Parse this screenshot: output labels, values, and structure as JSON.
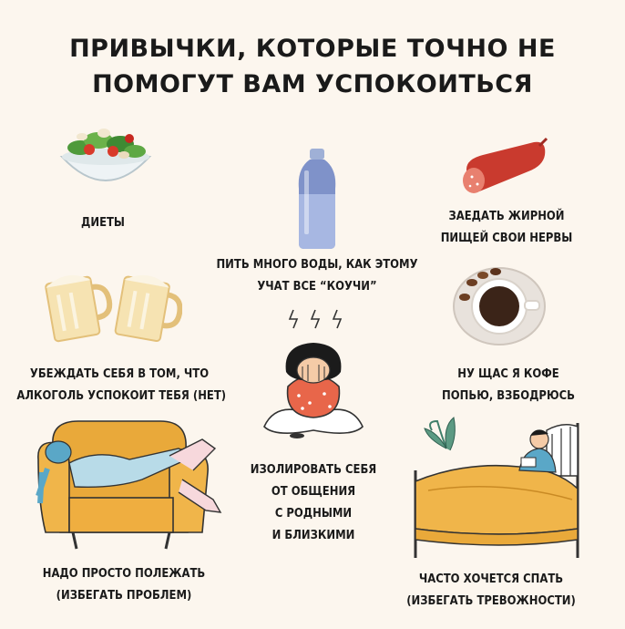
{
  "title": {
    "line1": "ПРИВЫЧКИ, КОТОРЫЕ ТОЧНО НЕ",
    "line2": "ПОМОГУТ ВАМ УСПОКОИТЬСЯ"
  },
  "items": {
    "diets": "ДИЕТЫ",
    "fatty_food": {
      "line1": "ЗАЕДАТЬ ЖИРНОЙ",
      "line2": "ПИЩЕЙ СВОИ НЕРВЫ"
    },
    "water": {
      "line1": "ПИТЬ МНОГО ВОДЫ, КАК ЭТОМУ",
      "line2": "УЧАТ ВСЕ “КОУЧИ”"
    },
    "alcohol": {
      "line1": "УБЕЖДАТЬ СЕБЯ В ТОМ, ЧТО",
      "line2": "АЛКОГОЛЬ УСПОКОИТ ТЕБЯ (НЕТ)"
    },
    "coffee": {
      "line1": "НУ ЩАС Я КОФЕ",
      "line2": "ПОПЬЮ, ВЗБОДРЮСЬ"
    },
    "isolate": {
      "line1": "ИЗОЛИРОВАТЬ СЕБЯ",
      "line2": "ОТ ОБЩЕНИЯ",
      "line3": "С РОДНЫМИ",
      "line4": "И БЛИЗКИМИ"
    },
    "lie_down": {
      "line1": "НАДО ПРОСТО ПОЛЕЖАТЬ",
      "line2": "(ИЗБЕГАТЬ ПРОБЛЕМ)"
    },
    "sleep": {
      "line1": "ЧАСТО ХОЧЕТСЯ СПАТЬ",
      "line2": "(ИЗБЕГАТЬ ТРЕВОЖНОСТИ)"
    }
  },
  "icons": {
    "salad": "salad-bowl-icon",
    "sausage": "sausage-icon",
    "bottle": "water-bottle-icon",
    "beer": "beer-mugs-icon",
    "coffee": "coffee-cup-icon",
    "person": "stressed-person-icon",
    "armchair": "armchair-person-icon",
    "bed": "bed-person-icon"
  },
  "colors": {
    "background": "#fcf6ee",
    "text": "#1a1a1a",
    "mustard": "#e9a93a",
    "coral": "#e8664a"
  }
}
